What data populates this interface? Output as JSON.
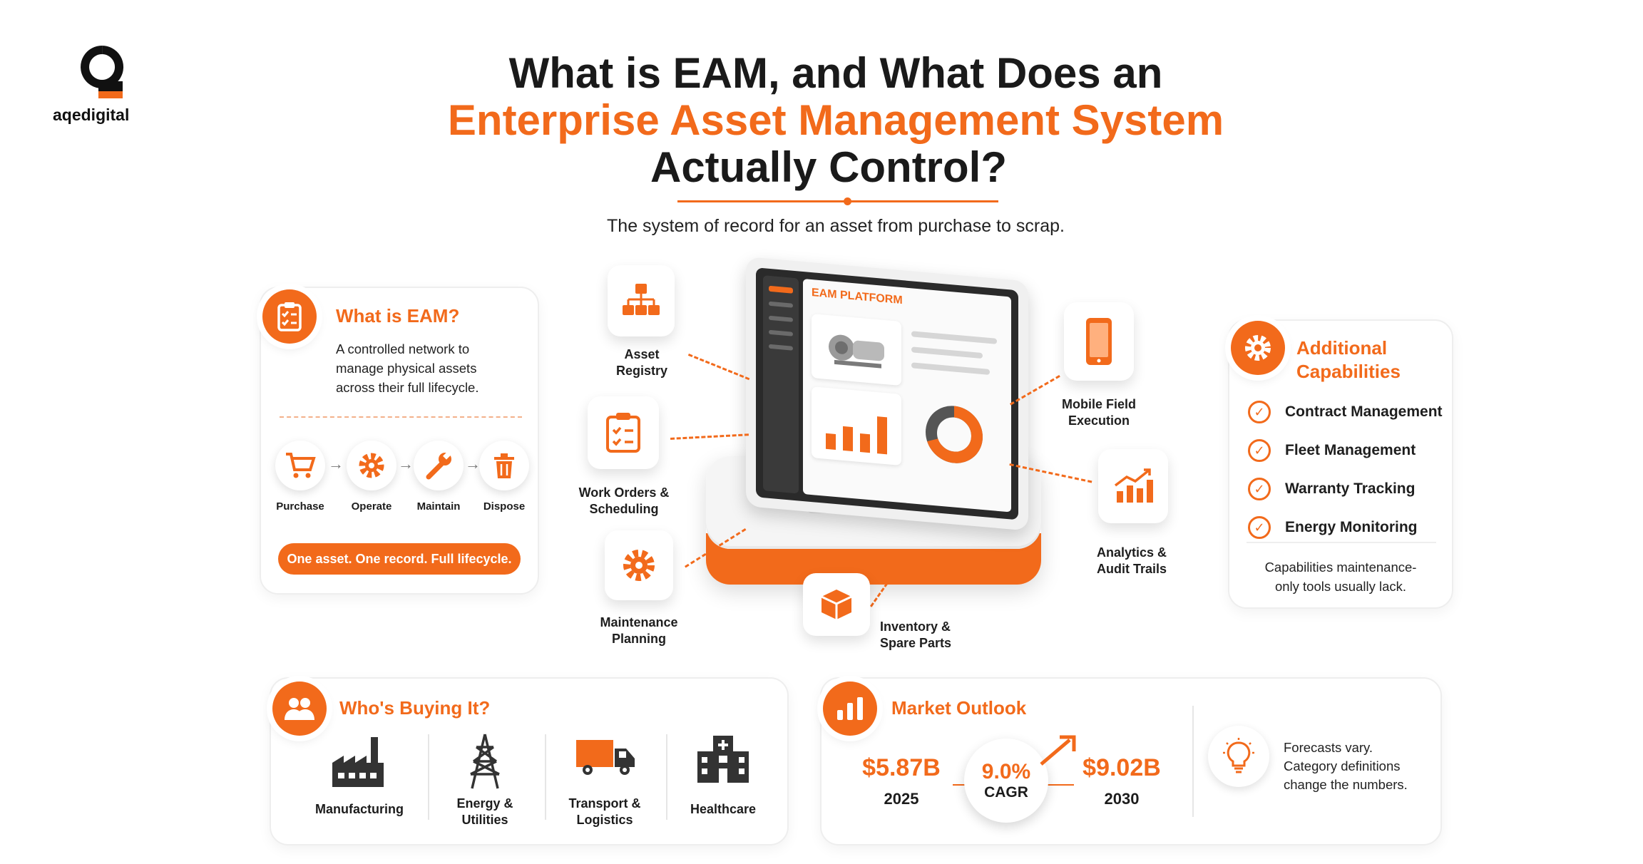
{
  "brand": {
    "logo_text": "aqedigital"
  },
  "title": {
    "line1": "What is EAM, and What Does an",
    "line2": "Enterprise Asset Management System",
    "line3": "Actually Control?",
    "subtitle": "The system of record for an asset from purchase to scrap."
  },
  "what_is_eam": {
    "heading": "What is EAM?",
    "description_lines": [
      "A controlled network to",
      "manage physical assets",
      "across their full lifecycle."
    ],
    "stages": [
      "Purchase",
      "Operate",
      "Maintain",
      "Dispose"
    ],
    "tagline": "One asset. One record. Full lifecycle."
  },
  "center": {
    "screen_title": "EAM PLATFORM",
    "modules": {
      "asset_registry": [
        "Asset",
        "Registry"
      ],
      "work_orders": [
        "Work Orders &",
        "Scheduling"
      ],
      "maintenance": [
        "Maintenance",
        "Planning"
      ],
      "inventory": [
        "Inventory &",
        "Spare Parts"
      ],
      "mobile": [
        "Mobile Field",
        "Execution"
      ],
      "analytics": [
        "Analytics &",
        "Audit Trails"
      ]
    }
  },
  "additional": {
    "heading_lines": [
      "Additional",
      "Capabilities"
    ],
    "items": [
      "Contract Management",
      "Fleet Management",
      "Warranty Tracking",
      "Energy Monitoring"
    ],
    "footnote_lines": [
      "Capabilities maintenance-",
      "only tools usually lack."
    ]
  },
  "buyers": {
    "heading": "Who's Buying It?",
    "sectors": [
      {
        "lines": [
          "Manufacturing"
        ]
      },
      {
        "lines": [
          "Energy &",
          "Utilities"
        ]
      },
      {
        "lines": [
          "Transport &",
          "Logistics"
        ]
      },
      {
        "lines": [
          "Healthcare"
        ]
      }
    ]
  },
  "market": {
    "heading": "Market Outlook",
    "start_value": "$5.87B",
    "start_year": "2025",
    "cagr_value": "9.0%",
    "cagr_label": "CAGR",
    "end_value": "$9.02B",
    "end_year": "2030",
    "note_lines": [
      "Forecasts vary.",
      "Category definitions",
      "change the numbers."
    ]
  },
  "colors": {
    "accent": "#f26a1b",
    "dark": "#1c1c1c"
  }
}
